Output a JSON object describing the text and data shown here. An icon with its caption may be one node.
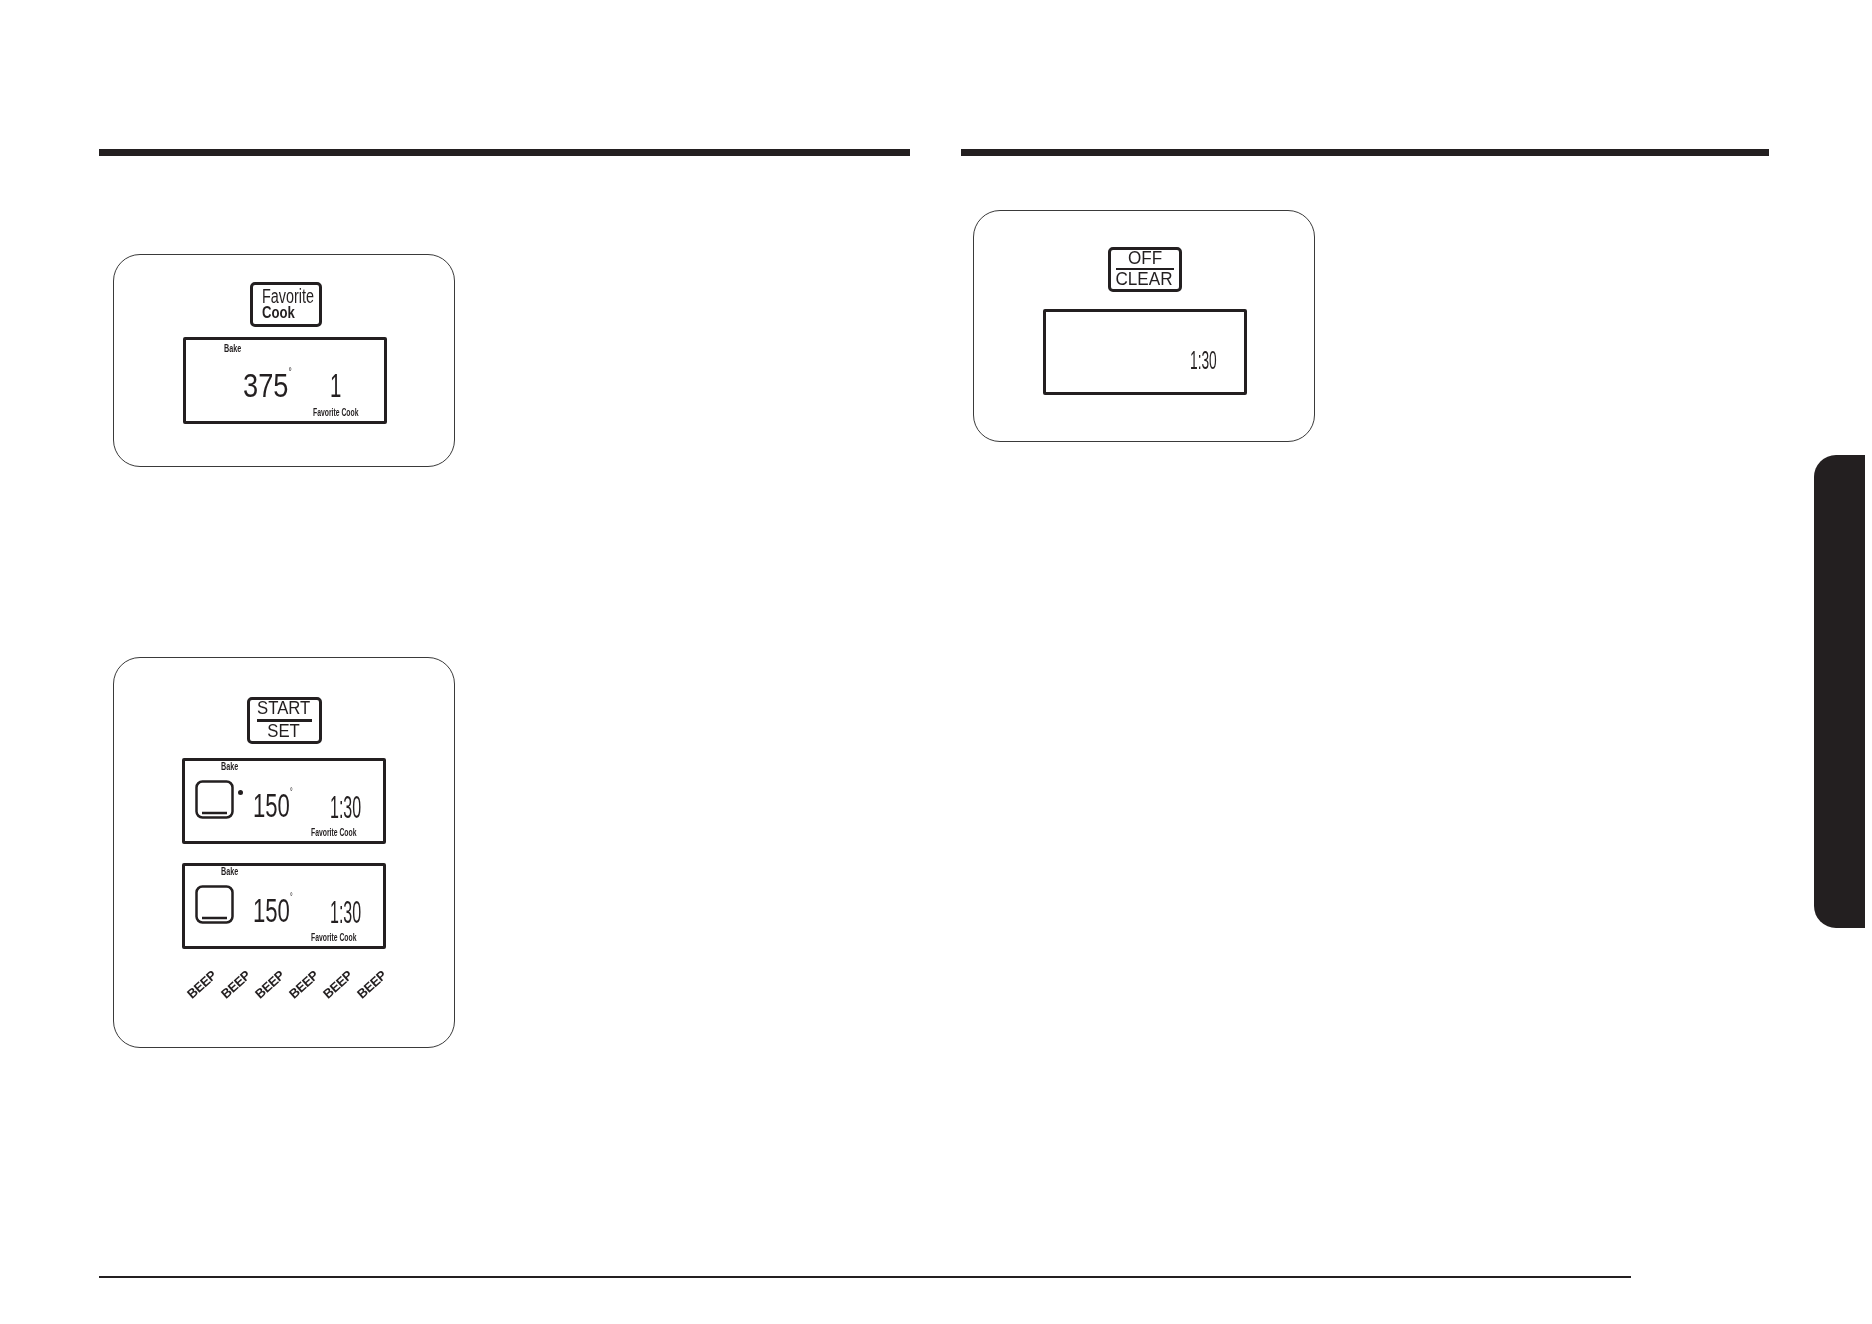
{
  "diagram": {
    "nodes": [
      {
        "text": [],
        "shape": "box"
      },
      {
        "text": [
          "Favorite",
          "Cook"
        ],
        "in": 0
      },
      {
        "text": [
          "Bake",
          "375$^{°}$",
          "1",
          "Favorite Cook"
        ],
        "in": 0
      },
      {
        "text": [],
        "shape": "box"
      },
      {
        "text": [
          "START",
          "SET"
        ],
        "in": 3
      },
      {
        "text": [
          "Bake",
          "150$^{°}$",
          "1:30",
          "Favorite Cook"
        ],
        "in": 3
      },
      {
        "text": [
          "Bake",
          "150$^{°}$",
          "1:30",
          "Favorite Cook"
        ],
        "in": 3
      },
      {
        "text": [],
        "shape": "box"
      },
      {
        "text": [
          "OFF",
          "CLEAR"
        ],
        "in": 7
      },
      {
        "text": [
          "1:30"
        ],
        "in": 7
      }
    ],
    "labels": [
      "BEEP",
      "BEEP",
      "BEEP",
      "BEEP",
      "BEEP",
      "BEEP"
    ]
  }
}
